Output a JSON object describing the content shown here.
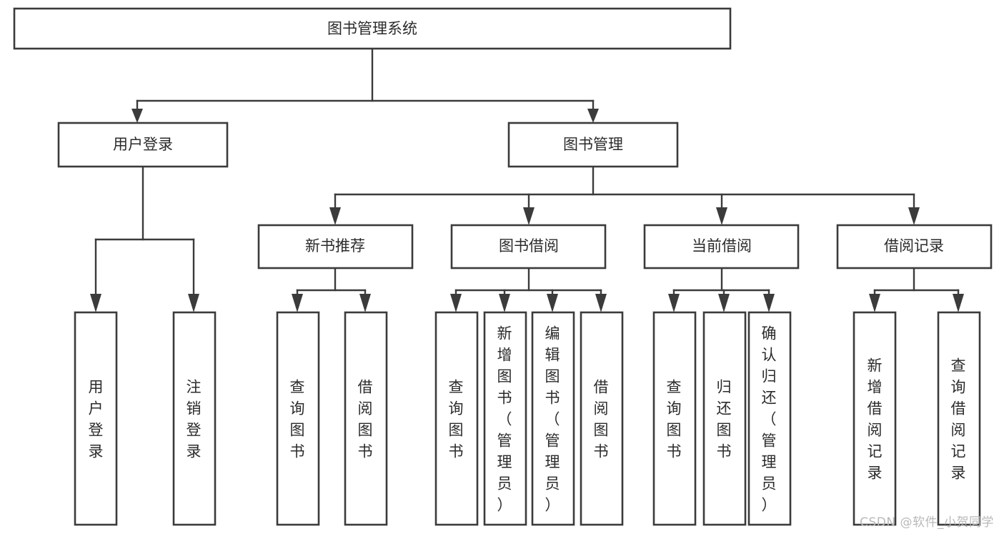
{
  "diagram": {
    "type": "tree",
    "title": "图书管理系统",
    "watermark": "CSDN @软件_小贺同学",
    "colors": {
      "box_stroke": "#3b3b3b",
      "box_fill": "#ffffff",
      "text": "#2b2b2b",
      "connector": "#3b3b3b",
      "watermark": "#b9b9b9",
      "background": "#ffffff"
    },
    "nodes": {
      "root": {
        "label": "图书管理系统",
        "level": 1,
        "orientation": "horizontal"
      },
      "l2": [
        {
          "id": "user-login",
          "label": "用户登录",
          "level": 2,
          "orientation": "horizontal"
        },
        {
          "id": "book-manage",
          "label": "图书管理",
          "level": 2,
          "orientation": "horizontal"
        }
      ],
      "l3": [
        {
          "id": "new-book-rec",
          "label": "新书推荐",
          "level": 3,
          "orientation": "horizontal",
          "parent": "book-manage"
        },
        {
          "id": "book-borrow",
          "label": "图书借阅",
          "level": 3,
          "orientation": "horizontal",
          "parent": "book-manage"
        },
        {
          "id": "current-borrow",
          "label": "当前借阅",
          "level": 3,
          "orientation": "horizontal",
          "parent": "book-manage"
        },
        {
          "id": "borrow-record",
          "label": "借阅记录",
          "level": 3,
          "orientation": "horizontal",
          "parent": "book-manage"
        }
      ],
      "leaves": [
        {
          "id": "leaf-user-login",
          "label": "用户登录",
          "parent": "user-login",
          "orientation": "vertical"
        },
        {
          "id": "leaf-user-logout",
          "label": "注销登录",
          "parent": "user-login",
          "orientation": "vertical"
        },
        {
          "id": "leaf-query-book-1",
          "label": "查询图书",
          "parent": "new-book-rec",
          "orientation": "vertical"
        },
        {
          "id": "leaf-borrow-book-1",
          "label": "借阅图书",
          "parent": "new-book-rec",
          "orientation": "vertical"
        },
        {
          "id": "leaf-query-book-2",
          "label": "查询图书",
          "parent": "book-borrow",
          "orientation": "vertical"
        },
        {
          "id": "leaf-add-book",
          "label": "新增图书（管理员）",
          "parent": "book-borrow",
          "orientation": "vertical"
        },
        {
          "id": "leaf-edit-book",
          "label": "编辑图书（管理员）",
          "parent": "book-borrow",
          "orientation": "vertical"
        },
        {
          "id": "leaf-borrow-book-2",
          "label": "借阅图书",
          "parent": "book-borrow",
          "orientation": "vertical"
        },
        {
          "id": "leaf-query-book-3",
          "label": "查询图书",
          "parent": "current-borrow",
          "orientation": "vertical"
        },
        {
          "id": "leaf-return-book",
          "label": "归还图书",
          "parent": "current-borrow",
          "orientation": "vertical"
        },
        {
          "id": "leaf-confirm-return",
          "label": "确认归还（管理员）",
          "parent": "current-borrow",
          "orientation": "vertical"
        },
        {
          "id": "leaf-add-record",
          "label": "新增借阅记录",
          "parent": "borrow-record",
          "orientation": "vertical"
        },
        {
          "id": "leaf-query-record",
          "label": "查询借阅记录",
          "parent": "borrow-record",
          "orientation": "vertical"
        }
      ]
    }
  }
}
